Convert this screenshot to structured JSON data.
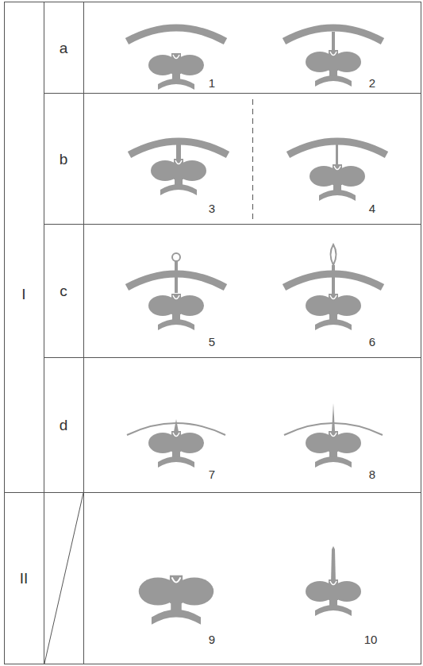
{
  "diagram": {
    "labels": [
      "I",
      "a",
      "1",
      "2",
      "b",
      "3",
      "4",
      "c",
      "5",
      "6",
      "d",
      "7",
      "8",
      "II",
      "9",
      "10"
    ]
  }
}
